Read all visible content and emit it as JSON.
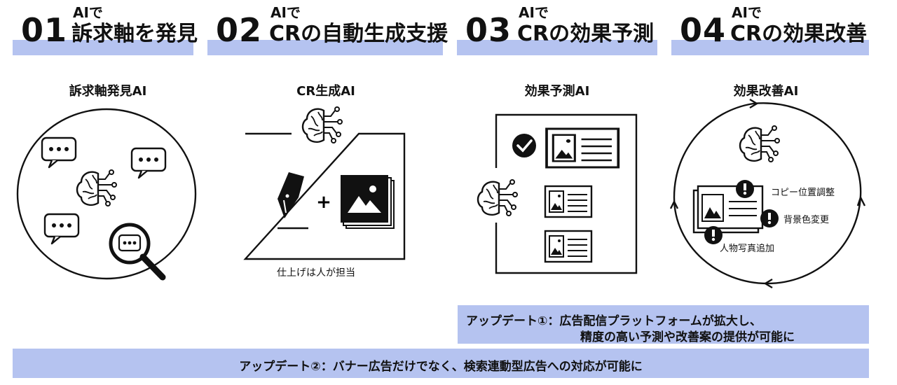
{
  "steps": [
    {
      "num": "01",
      "sub": "AIで",
      "title": "訴求軸を発見"
    },
    {
      "num": "02",
      "sub": "AIで",
      "title": "CRの自動生成支援"
    },
    {
      "num": "03",
      "sub": "AIで",
      "title": "CRの効果予測"
    },
    {
      "num": "04",
      "sub": "AIで",
      "title": "CRの効果改善"
    }
  ],
  "panels": {
    "discover_label": "訴求軸発見AI",
    "generate_label": "CR生成AI",
    "generate_caption": "仕上げは人が担当",
    "predict_label": "効果予測AI",
    "improve_label": "効果改善AI",
    "improve_notes": [
      "コピー位置調整",
      "背景色変更",
      "人物写真追加"
    ]
  },
  "updates": {
    "update1_line1": "アップデート①：広告配信プラットフォームが拡大し、",
    "update1_line2": "精度の高い予測や改善案の提供が可能に",
    "update2": "アップデート②：バナー広告だけでなく、検索連動型広告への対応が可能に"
  }
}
